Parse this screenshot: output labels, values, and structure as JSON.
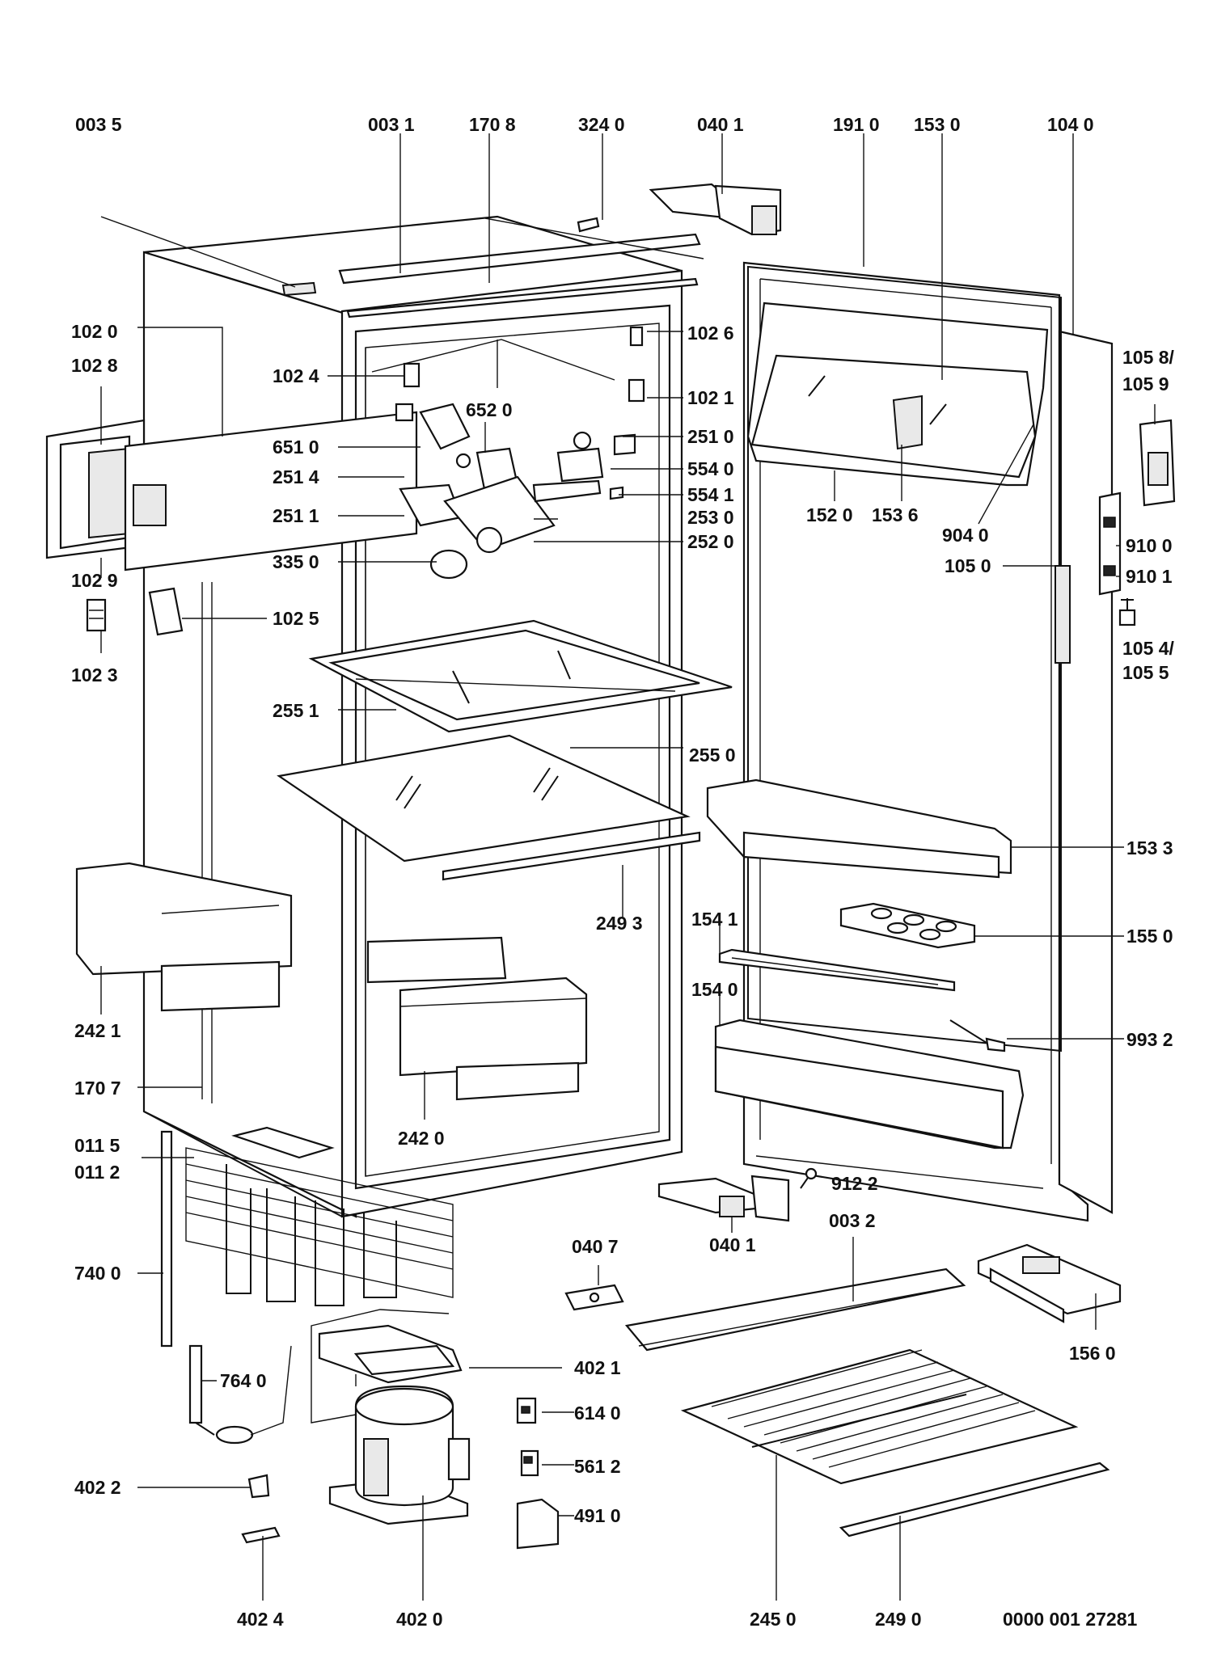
{
  "labels": {
    "l0035": "003 5",
    "l0031": "003 1",
    "l1708": "170 8",
    "l3240": "324 0",
    "l0401a": "040 1",
    "l1910": "191 0",
    "l1530": "153 0",
    "l1040": "104 0",
    "l1020": "102 0",
    "l1028": "102 8",
    "l1026": "102 6",
    "l1058": "105 8/",
    "l1059": "105 9",
    "l1024": "102 4",
    "l6520": "652 0",
    "l1021": "102 1",
    "l6510": "651 0",
    "l2510": "251 0",
    "l2514": "251 4",
    "l5540": "554 0",
    "l5541": "554 1",
    "l2511": "251 1",
    "l2530": "253 0",
    "l1520": "152 0",
    "l1536": "153 6",
    "l9040": "904 0",
    "l2520": "252 0",
    "l9100": "910 0",
    "l3350": "335 0",
    "l1050": "105 0",
    "l9101": "910 1",
    "l1029": "102 9",
    "l1025": "102 5",
    "l1054": "105 4/",
    "l1055": "105 5",
    "l1023": "102 3",
    "l2551": "255 1",
    "l2550": "255 0",
    "l1533": "153 3",
    "l2493": "249 3",
    "l1541": "154 1",
    "l1550": "155 0",
    "l2421": "242 1",
    "l1540": "154 0",
    "l9932": "993 2",
    "l1707": "170 7",
    "l2420": "242 0",
    "l0115": "011 5",
    "l0112": "011 2",
    "l9122": "912 2",
    "l0401b": "040 1",
    "l0032": "003 2",
    "l0407": "040 7",
    "l7400": "740 0",
    "l1560": "156 0",
    "l4021": "402 1",
    "l7640": "764 0",
    "l6140": "614 0",
    "l5612": "561 2",
    "l4022": "402 2",
    "l4910": "491 0",
    "l4024": "402 4",
    "l4020": "402 0",
    "l2450": "245 0",
    "l2490": "249 0",
    "docnum": "0000 001 27281"
  }
}
